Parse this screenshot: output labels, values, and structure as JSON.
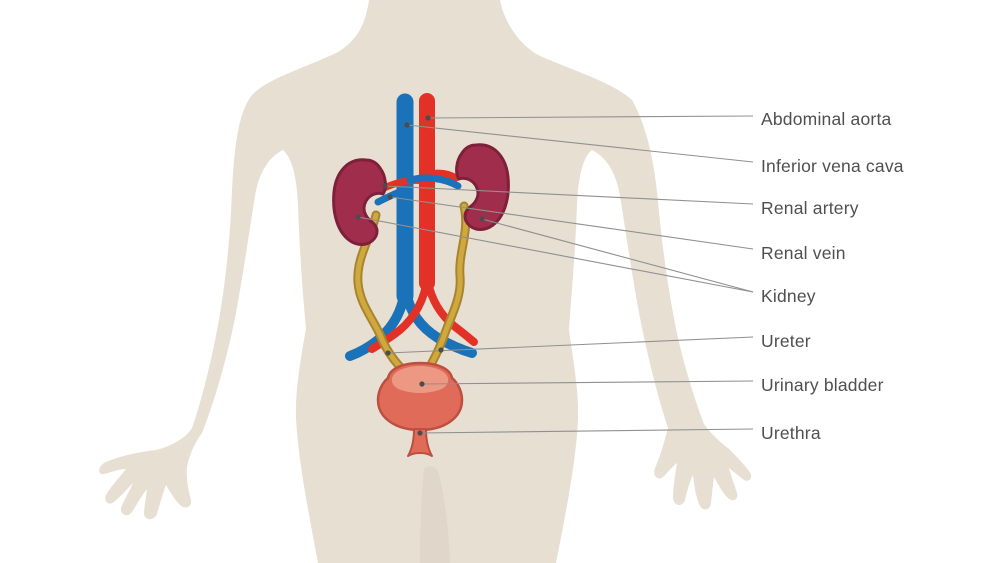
{
  "labels": [
    {
      "id": "abdominal-aorta",
      "text": "Abdominal aorta"
    },
    {
      "id": "inferior-vena-cava",
      "text": "Inferior vena cava"
    },
    {
      "id": "renal-artery",
      "text": "Renal artery"
    },
    {
      "id": "renal-vein",
      "text": "Renal vein"
    },
    {
      "id": "kidney",
      "text": "Kidney"
    },
    {
      "id": "ureter",
      "text": "Ureter"
    },
    {
      "id": "urinary-bladder",
      "text": "Urinary bladder"
    },
    {
      "id": "urethra",
      "text": "Urethra"
    }
  ],
  "colors": {
    "background": "#ffffff",
    "body": "#e8dfd3",
    "body_shade": "#ddd2c4",
    "vein_blue": "#1a72b8",
    "artery_red": "#e23227",
    "kidney": "#a12d4d",
    "kidney_outline": "#7e2039",
    "ureter": "#cfa93f",
    "ureter_outline": "#a8852c",
    "bladder": "#e06b59",
    "bladder_light": "#ec9883",
    "bladder_outline": "#bc4f3f",
    "label_text": "#4f4f4f",
    "leader_line": "#909090",
    "leader_dot": "#4c4c4c"
  }
}
